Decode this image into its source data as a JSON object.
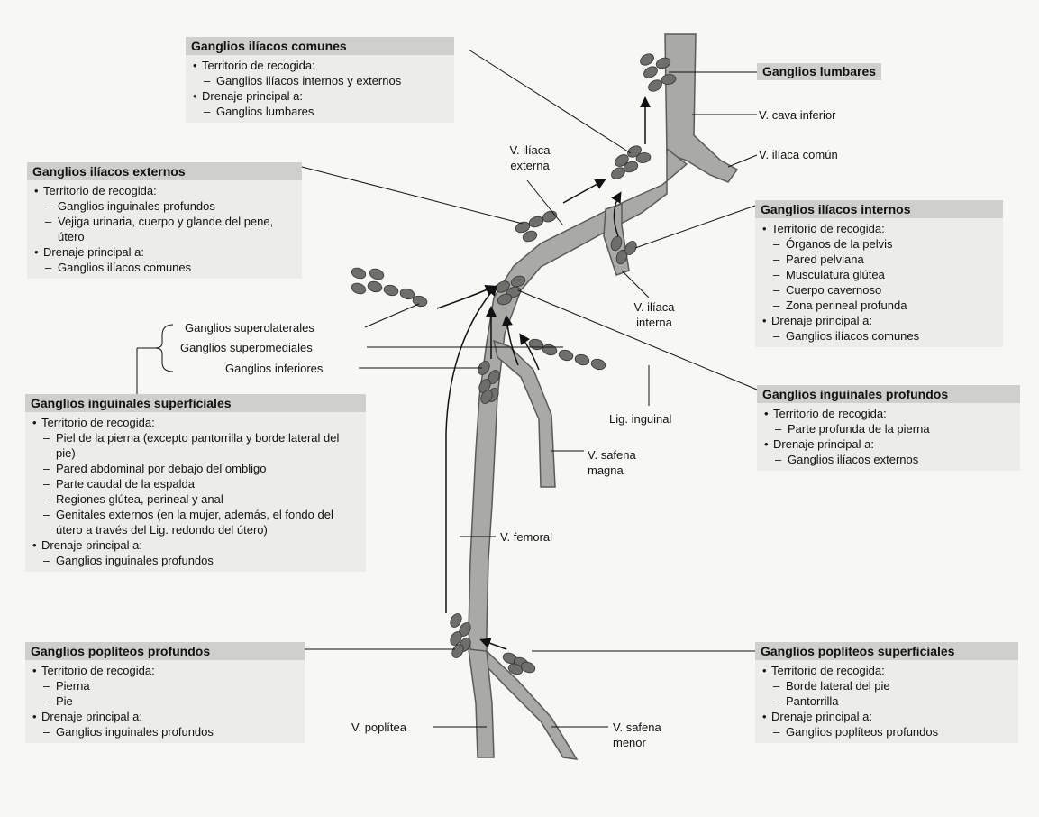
{
  "boxes": {
    "comunes": {
      "title": "Ganglios ilíacos comunes",
      "items": [
        {
          "bullet": "Territorio de recogida:",
          "subs": [
            "Ganglios ilíacos internos y externos"
          ]
        },
        {
          "bullet": "Drenaje principal a:",
          "subs": [
            "Ganglios lumbares"
          ]
        }
      ]
    },
    "externos": {
      "title": "Ganglios ilíacos externos",
      "items": [
        {
          "bullet": "Territorio de recogida:",
          "subs": [
            "Ganglios inguinales profundos",
            "Vejiga urinaria, cuerpo y glande del pene, útero"
          ]
        },
        {
          "bullet": "Drenaje principal a:",
          "subs": [
            "Ganglios ilíacos comunes"
          ]
        }
      ]
    },
    "internos": {
      "title": "Ganglios ilíacos internos",
      "items": [
        {
          "bullet": "Territorio de recogida:",
          "subs": [
            "Órganos de la pelvis",
            "Pared pelviana",
            "Musculatura glútea",
            "Cuerpo cavernoso",
            "Zona perineal profunda"
          ]
        },
        {
          "bullet": "Drenaje principal a:",
          "subs": [
            "Ganglios ilíacos comunes"
          ]
        }
      ]
    },
    "ing_sup": {
      "title": "Ganglios inguinales superficiales",
      "items": [
        {
          "bullet": "Territorio de recogida:",
          "subs": [
            "Piel de la pierna (excepto pantorrilla y borde lateral del pie)",
            "Pared abdominal por debajo del ombligo",
            "Parte caudal de la espalda",
            "Regiones glútea, perineal y anal",
            "Genitales externos (en la mujer, además, el fondo del útero a través del Lig. redondo del útero)"
          ]
        },
        {
          "bullet": "Drenaje principal a:",
          "subs": [
            "Ganglios inguinales profundos"
          ]
        }
      ]
    },
    "ing_prof": {
      "title": "Ganglios inguinales profundos",
      "items": [
        {
          "bullet": "Territorio de recogida:",
          "subs": [
            "Parte profunda de la pierna"
          ]
        },
        {
          "bullet": "Drenaje principal a:",
          "subs": [
            "Ganglios ilíacos externos"
          ]
        }
      ]
    },
    "pop_prof": {
      "title": "Ganglios poplíteos profundos",
      "items": [
        {
          "bullet": "Territorio de recogida:",
          "subs": [
            "Pierna",
            "Pie"
          ]
        },
        {
          "bullet": "Drenaje principal a:",
          "subs": [
            "Ganglios inguinales profundos"
          ]
        }
      ]
    },
    "pop_sup": {
      "title": "Ganglios poplíteos superficiales",
      "items": [
        {
          "bullet": "Territorio de recogida:",
          "subs": [
            "Borde lateral del pie",
            "Pantorrilla"
          ]
        },
        {
          "bullet": "Drenaje principal a:",
          "subs": [
            "Ganglios poplíteos profundos"
          ]
        }
      ]
    }
  },
  "labels": {
    "lumbares": "Ganglios lumbares",
    "cava": "V. cava inferior",
    "iliaca_comun": "V. ilíaca común",
    "iliaca_externa_1": "V. ilíaca",
    "iliaca_externa_2": "externa",
    "iliaca_interna_1": "V. ilíaca",
    "iliaca_interna_2": "interna",
    "superolaterales": "Ganglios superolaterales",
    "superomediales": "Ganglios superomediales",
    "inferiores": "Ganglios inferiores",
    "lig_inguinal": "Lig. inguinal",
    "safena_magna_1": "V. safena",
    "safena_magna_2": "magna",
    "femoral": "V. femoral",
    "poplitea": "V. poplítea",
    "safena_menor_1": "V. safena",
    "safena_menor_2": "menor"
  },
  "bullet_mark": "•",
  "dash_mark": "–",
  "colors": {
    "vein": "#a9a9a6",
    "vein_edge": "#5a5a58",
    "node": "#6e6e6b",
    "box_head": "#cfcfcc",
    "box_body": "#ecece9"
  }
}
